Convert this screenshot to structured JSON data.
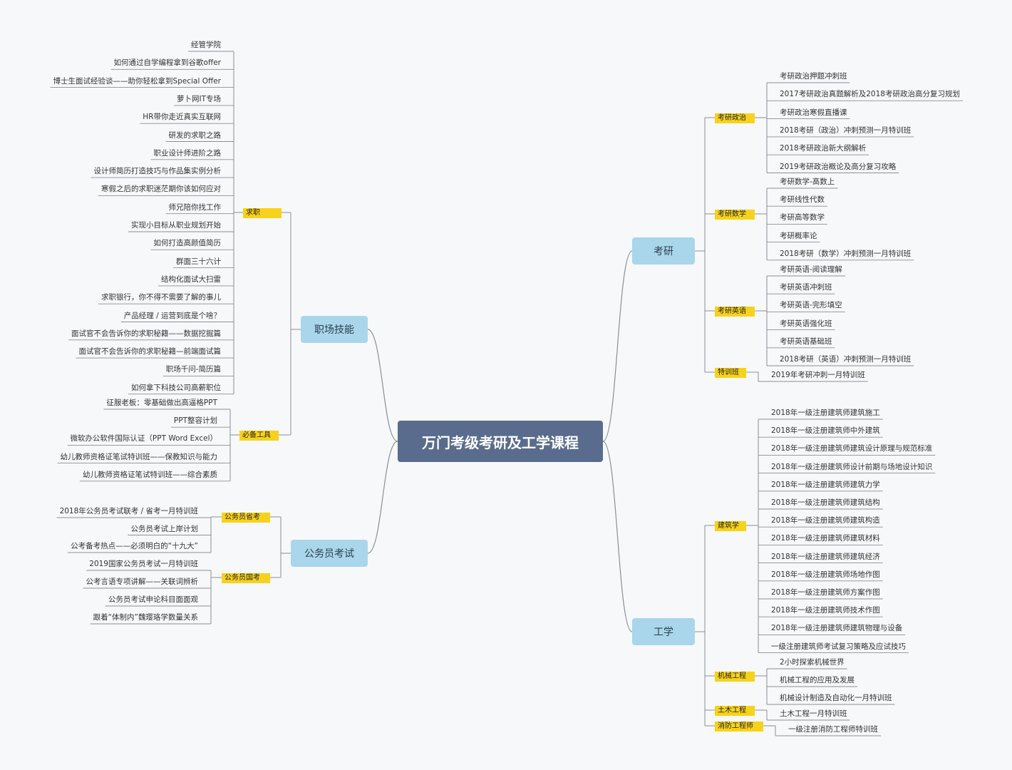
{
  "title": "万门考级考研及工学课程",
  "branches": {
    "skills": {
      "label": "职场技能",
      "groups": [
        {
          "tag": "求职",
          "items": [
            "经管学院",
            "如何通过自学编程拿到谷歌offer",
            "博士生面试经验谈——助你轻松拿到Special Offer",
            "萝卜网IT专场",
            "HR带你走近真实互联网",
            "研发的求职之路",
            "职业设计师进阶之路",
            "设计师简历打造技巧与作品集实例分析",
            "寒假之后的求职迷茫期你该如何应对",
            "师兄陪你找工作",
            "实现小目标从职业规划开始",
            "如何打造高颜值简历",
            "群面三十六计",
            "结构化面试大扫雷",
            "求职银行，你不得不需要了解的事儿",
            "产品经理 / 运营到底是个啥？",
            "面试官不会告诉你的求职秘籍——数据挖掘篇",
            "面试官不会告诉你的求职秘籍—前端面试篇",
            "职场千问-简历篇",
            "如何拿下科技公司高薪职位"
          ]
        },
        {
          "tag": "必备工具",
          "items": [
            "征服老板：零基础做出高逼格PPT",
            "PPT整容计划",
            "微软办公软件国际认证（PPT Word Excel）",
            "幼儿教师资格证笔试特训班——保教知识与能力",
            "幼儿教师资格证笔试特训班——综合素质"
          ]
        }
      ]
    },
    "civil": {
      "label": "公务员考试",
      "groups": [
        {
          "tag": "公务员省考",
          "items": [
            "2018年公务员考试联考 / 省考一月特训班",
            "公务员考试上岸计划",
            "公考备考热点——必须明白的“十九大”"
          ]
        },
        {
          "tag": "公务员国考",
          "items": [
            "2019国家公务员考试一月特训班",
            "公考言语专项讲解——关联词辨析",
            "公务员考试申论科目面面观",
            "跟着“体制内”魏璎珞学数量关系"
          ]
        }
      ]
    },
    "kaoyan": {
      "label": "考研",
      "groups": [
        {
          "tag": "考研政治",
          "items": [
            "考研政治押题冲刺班",
            "2017考研政治真题解析及2018考研政治高分复习规划",
            "考研政治寒假直播课",
            "2018考研（政治）冲刺预测一月特训班",
            "2018考研政治新大纲解析",
            "2019考研政治概论及高分复习攻略"
          ]
        },
        {
          "tag": "考研数学",
          "items": [
            "考研数学-高数上",
            "考研线性代数",
            "考研高等数学",
            "考研概率论",
            "2018考研（数学）冲刺预测一月特训班"
          ]
        },
        {
          "tag": "考研英语",
          "items": [
            "考研英语-阅读理解",
            "考研英语冲刺班",
            "考研英语-完形填空",
            "考研英语强化班",
            "考研英语基础班",
            "2018考研（英语）冲刺预测一月特训班"
          ]
        },
        {
          "tag": "特训班",
          "items": [
            "2019年考研冲刺一月特训班"
          ]
        }
      ]
    },
    "engineering": {
      "label": "工学",
      "groups": [
        {
          "tag": "建筑学",
          "items": [
            "2018年一级注册建筑师建筑施工",
            "2018年一级注册建筑师中外建筑",
            "2018年一级注册建筑师建筑设计原理与规范标准",
            "2018年一级注册建筑师设计前期与场地设计知识",
            "2018年一级注册建筑师建筑力学",
            "2018年一级注册建筑师建筑结构",
            "2018年一级注册建筑师建筑构造",
            "2018年一级注册建筑师建筑材料",
            "2018年一级注册建筑师建筑经济",
            "2018年一级注册建筑师场地作图",
            "2018年一级注册建筑师方案作图",
            "2018年一级注册建筑师技术作图",
            "2018年一级注册建筑师建筑物理与设备",
            "一级注册建筑师考试复习策略及应试技巧"
          ]
        },
        {
          "tag": "机械工程",
          "items": [
            "2小时探索机械世界",
            "机械工程的应用及发展",
            "机械设计制造及自动化一月特训班"
          ]
        },
        {
          "tag": "土木工程",
          "items": [
            "土木工程一月特训班"
          ]
        },
        {
          "tag": "消防工程师",
          "items": [
            "一级注册消防工程师特训班"
          ]
        }
      ]
    }
  }
}
